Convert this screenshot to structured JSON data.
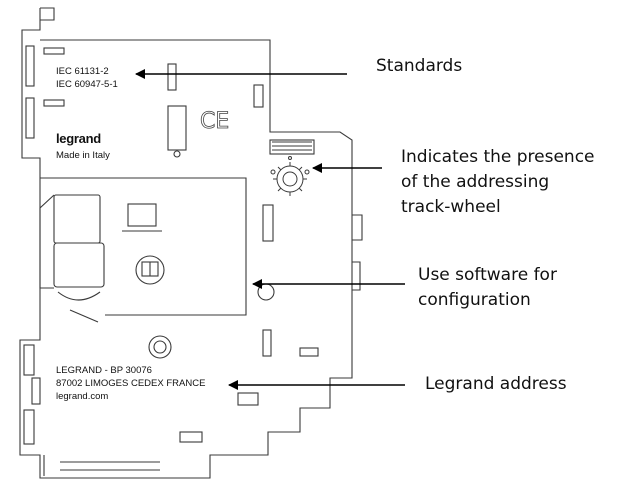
{
  "device": {
    "standards": [
      "IEC 61131-2",
      "IEC 60947-5-1"
    ],
    "ce_mark": "CE",
    "brand": "legrand",
    "made_in": "Made in Italy",
    "address_lines": [
      "LEGRAND - BP 30076",
      "87002 LIMOGES CEDEX FRANCE",
      "legrand.com"
    ]
  },
  "callouts": {
    "standards": "Standards",
    "trackwheel": [
      "Indicates the presence",
      "of the addressing",
      "track-wheel"
    ],
    "software": [
      "Use software for",
      "configuration"
    ],
    "address": "Legrand address"
  }
}
